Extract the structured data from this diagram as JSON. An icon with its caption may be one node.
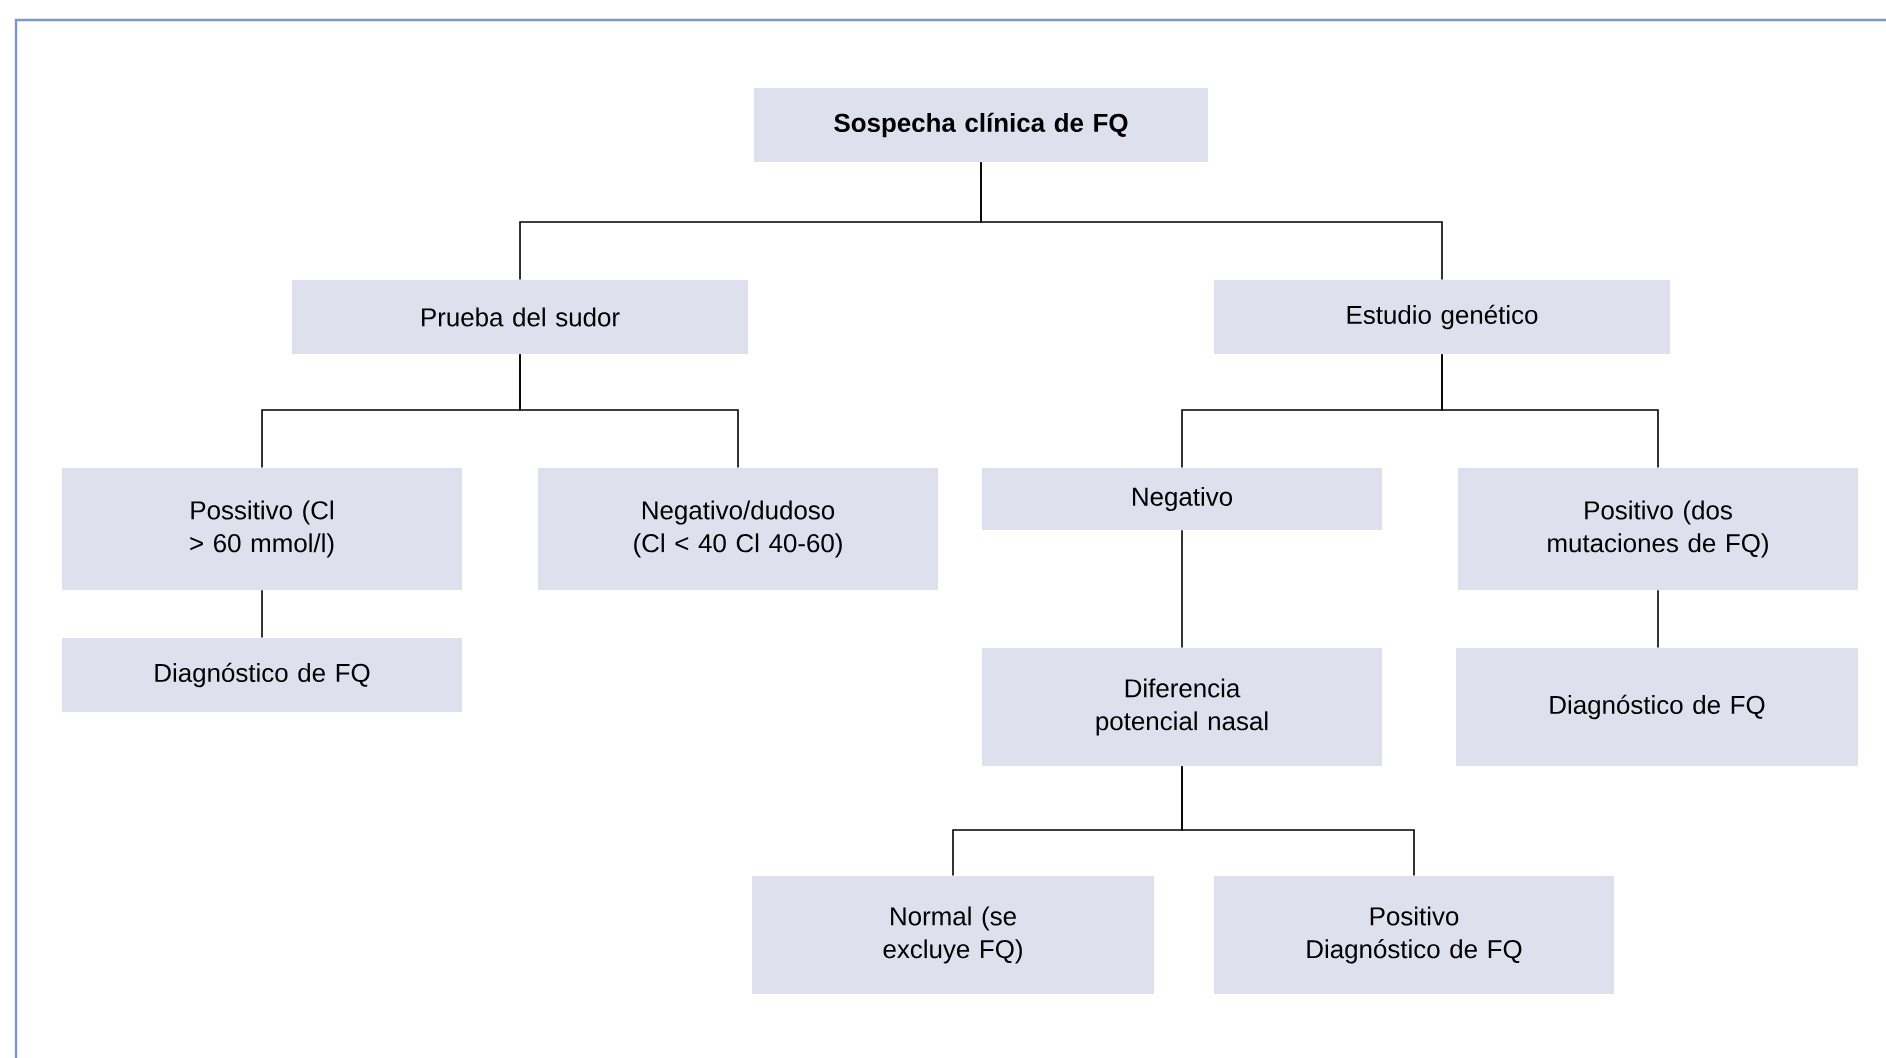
{
  "diagram": {
    "nodes": [
      {
        "text": [
          "Sospecha clínica de FQ"
        ]
      },
      {
        "text": [
          "Prueba del sudor"
        ]
      },
      {
        "text": [
          "Estudio genético"
        ]
      },
      {
        "text": [
          "Possitivo (Cl > 60 mmol/l)"
        ]
      },
      {
        "text": [
          "Negativo/dudoso (Cl < 40 Cl 40-60)"
        ]
      },
      {
        "text": [
          "Negativo"
        ]
      },
      {
        "text": [
          "Positivo (dos mutaciones de FQ)"
        ]
      },
      {
        "text": [
          "Diagnóstico de FQ"
        ]
      },
      {
        "text": [
          "Diferencia potencial nasal"
        ]
      },
      {
        "text": [
          "Diagnóstico de FQ"
        ]
      },
      {
        "text": [
          "Normal (se excluye FQ)"
        ]
      },
      {
        "text": [
          "Positivo Diagnóstico de FQ"
        ]
      }
    ],
    "edges": [
      {
        "from": 0,
        "to": 1,
        "arrow": "none"
      },
      {
        "from": 0,
        "to": 2,
        "arrow": "none"
      },
      {
        "from": 1,
        "to": 3,
        "arrow": "none"
      },
      {
        "from": 1,
        "to": 4,
        "arrow": "none"
      },
      {
        "from": 2,
        "to": 5,
        "arrow": "none"
      },
      {
        "from": 2,
        "to": 6,
        "arrow": "none"
      },
      {
        "from": 3,
        "to": 7,
        "arrow": "none"
      },
      {
        "from": 5,
        "to": 8,
        "arrow": "none"
      },
      {
        "from": 6,
        "to": 9,
        "arrow": "none"
      },
      {
        "from": 8,
        "to": 10,
        "arrow": "none"
      },
      {
        "from": 8,
        "to": 11,
        "arrow": "none"
      }
    ]
  }
}
